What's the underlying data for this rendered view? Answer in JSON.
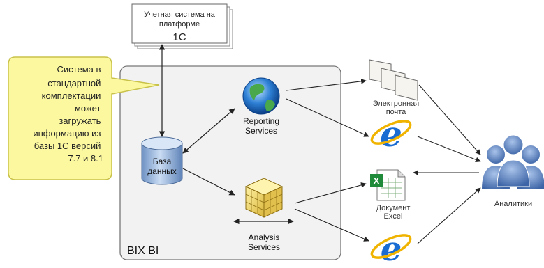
{
  "source_system": {
    "line1": "Учетная система на",
    "line2": "платформе",
    "line3": "1С"
  },
  "callout": {
    "lines": [
      "Система в",
      "стандартной",
      "комплектации",
      "может",
      "загружать",
      "информацию из",
      "базы 1С версий",
      "7.7 и 8.1"
    ]
  },
  "platform": {
    "label": "BIX BI"
  },
  "database": {
    "line1": "База",
    "line2": "данных"
  },
  "reporting": {
    "line1": "Reporting",
    "line2": "Services"
  },
  "analysis": {
    "line1": "Analysis",
    "line2": "Services"
  },
  "email": {
    "line1": "Электронная",
    "line2": "почта"
  },
  "excel": {
    "line1": "Документ",
    "line2": "Excel"
  },
  "analysts": {
    "label": "Аналитики"
  },
  "colors": {
    "callout_fill": "#fbf8a0",
    "callout_stroke": "#c9c24a",
    "platform_fill": "#f1f1f1",
    "platform_stroke": "#777777",
    "cylinder": "#8fb0d8",
    "people": "#5b83c0",
    "ie_blue": "#1a6cd2",
    "excel_green": "#1f8a3a"
  }
}
